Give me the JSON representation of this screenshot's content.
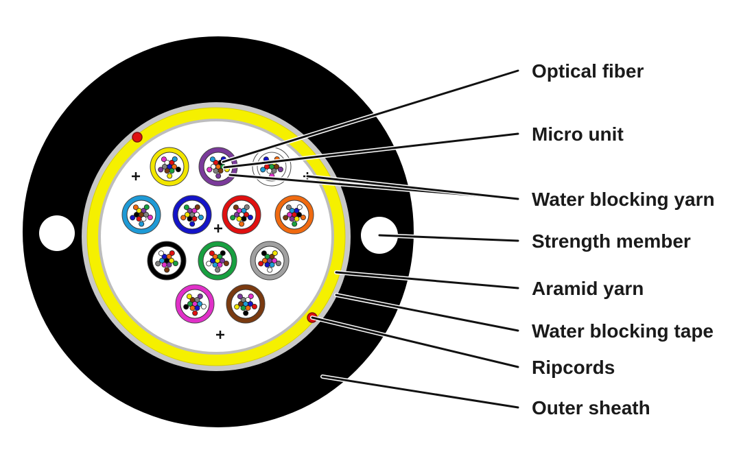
{
  "labels": {
    "optical_fiber": "Optical fiber",
    "micro_unit": "Micro unit",
    "water_blocking_yarn": "Water blocking yarn",
    "strength_member": "Strength member",
    "aramid_yarn": "Aramid yarn",
    "water_blocking_tape": "Water blocking tape",
    "ripcords": "Ripcords",
    "outer_sheath": "Outer sheath"
  },
  "colors": {
    "outer_sheath": "#000000",
    "water_blocking_tape": "#c8c8c8",
    "aramid_yarn": "#f5f000",
    "core_fill": "#ffffff",
    "ripcord": "#e01010"
  },
  "micro_units": [
    {
      "color_name": "yellow",
      "ring": "#f2e600"
    },
    {
      "color_name": "violet",
      "ring": "#7a3a9a"
    },
    {
      "color_name": "white",
      "ring": "#ffffff"
    },
    {
      "color_name": "light blue",
      "ring": "#1e9ad6"
    },
    {
      "color_name": "blue",
      "ring": "#1414c8"
    },
    {
      "color_name": "red",
      "ring": "#e01010"
    },
    {
      "color_name": "orange",
      "ring": "#f06a10"
    },
    {
      "color_name": "black",
      "ring": "#000000"
    },
    {
      "color_name": "green",
      "ring": "#18a040"
    },
    {
      "color_name": "grey",
      "ring": "#a0a0a0"
    },
    {
      "color_name": "rose",
      "ring": "#e030c8"
    },
    {
      "color_name": "brown",
      "ring": "#7a3a10"
    }
  ],
  "fiber_colors": [
    "#1414c8",
    "#f06a10",
    "#18a040",
    "#7a3a10",
    "#808080",
    "#ffffff",
    "#e01010",
    "#000000",
    "#f2e600",
    "#7a3a9a",
    "#e030c8",
    "#1e9ad6"
  ]
}
